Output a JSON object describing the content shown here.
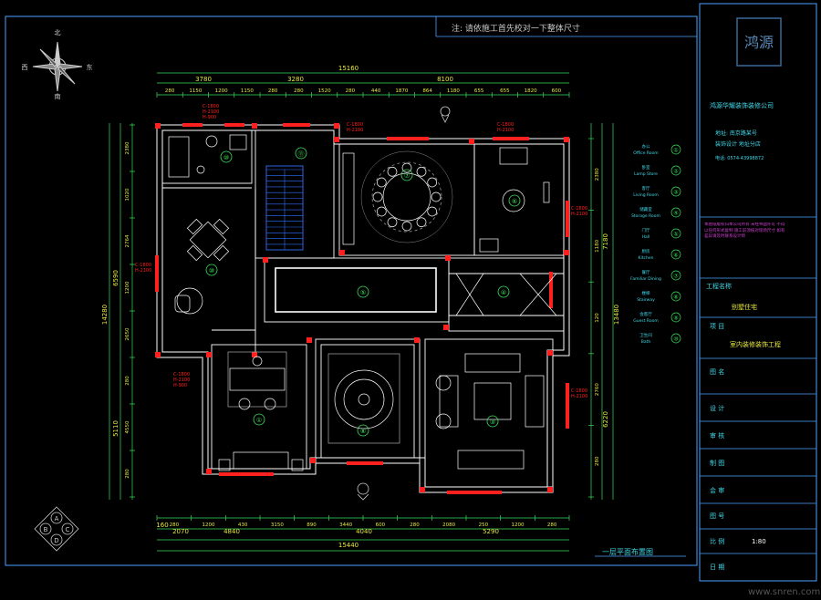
{
  "header_note": "注: 请依施工首先校对一下整体尺寸",
  "compass": {
    "north": "北",
    "south": "南",
    "west": "西",
    "east": "东"
  },
  "dims_top": {
    "total": "15160",
    "groups": [
      "3780",
      "3280",
      "8100"
    ],
    "segments": [
      "280",
      "1150",
      "1200",
      "1150",
      "280",
      "280",
      "1520",
      "280",
      "440",
      "1870",
      "864",
      "1180",
      "655",
      "655",
      "1820",
      "600"
    ]
  },
  "dims_bottom": {
    "total": "15440",
    "groups": [
      "4840",
      "4040",
      "5290"
    ],
    "groups2": [
      "2070",
      "160"
    ],
    "segments": [
      "280",
      "1200",
      "430",
      "3150",
      "890",
      "3440",
      "600",
      "280",
      "2080",
      "250",
      "1200",
      "280"
    ]
  },
  "dims_left": {
    "total": "14280",
    "groups": [
      "6590",
      "5110"
    ],
    "segments": [
      "2380",
      "1020",
      "2764",
      "1200",
      "2650",
      "280",
      "4550",
      "280"
    ]
  },
  "dims_right": {
    "total": "13480",
    "groups": [
      "7180",
      "6220"
    ],
    "segments": [
      "2380",
      "1180",
      "120",
      "2760",
      "280"
    ]
  },
  "room_tags": [
    "①",
    "②",
    "③",
    "④",
    "⑤",
    "⑥",
    "⑦",
    "⑧",
    "⑨",
    "⑩",
    "⑪"
  ],
  "window_tags": [
    "C-1800",
    "H-2100",
    "H-900"
  ],
  "legend": [
    {
      "cn": "办公",
      "en": "Office Room",
      "num": "①"
    },
    {
      "cn": "卧室",
      "en": "Lamp Store",
      "num": "②"
    },
    {
      "cn": "客厅",
      "en": "Living Room",
      "num": "③"
    },
    {
      "cn": "储藏室",
      "en": "Storage Room",
      "num": "④"
    },
    {
      "cn": "门厅",
      "en": "Hall",
      "num": "⑤"
    },
    {
      "cn": "厨房",
      "en": "Kitchen",
      "num": "⑥"
    },
    {
      "cn": "餐厅",
      "en": "Familiar Dining",
      "num": "⑦"
    },
    {
      "cn": "楼梯",
      "en": "Stairway",
      "num": "⑧"
    },
    {
      "cn": "会客厅",
      "en": "Guest Room",
      "num": "⑨"
    },
    {
      "cn": "卫生间",
      "en": "Bath",
      "num": "⑩"
    }
  ],
  "title_block": {
    "company": "鸿源华耀装饰装修公司",
    "address": "地址: 南京路某号",
    "branch": "装饰设计 地址分店",
    "phone": "电话: 0574-43998872",
    "notes": "本图纸版权归本公司所有 未经书面许可 不得以任何形式复制 施工前须核对现场尺寸 如有差异请及时联系设计师",
    "project_label": "工程名称",
    "project_value": "别墅住宅",
    "item_label": "项 目",
    "item_value": "室内装修装饰工程",
    "drawing_label": "图 名",
    "design_label": "设 计",
    "review_label": "审 核",
    "draw_label": "制 图",
    "approve_label": "会 审",
    "number_label": "图 号",
    "scale_label": "比 例",
    "scale_value": "1:80",
    "date_label": "日 期"
  },
  "plan_caption": "一层平面布置图",
  "watermark": "www.snren.com",
  "logo_text": "鸿源",
  "bottom_compass_letters": [
    "A",
    "B",
    "C",
    "D"
  ],
  "colors": {
    "wall": "#ffffff",
    "cyan": "#3fd8e8",
    "green": "#39e05a",
    "red": "#ff2020",
    "yellow": "#e8e840",
    "blue": "#3070ff",
    "frame": "#4aa0ff",
    "magenta": "#d040d0"
  }
}
